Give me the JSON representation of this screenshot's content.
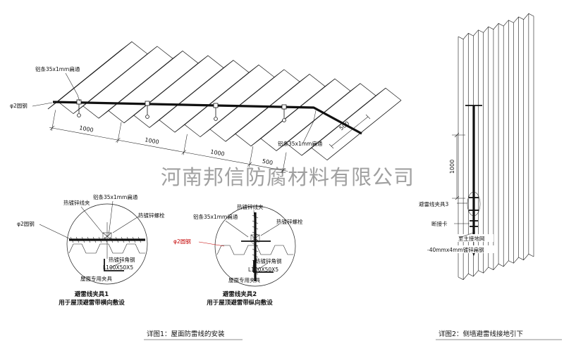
{
  "watermark": "河南邦信防腐材料有限公司",
  "roof": {
    "label_strip_left": "铝条35x1mm扁通",
    "label_rod": "φ2圆钢",
    "label_strip_right": "铝条35x1mm扁通",
    "dims": [
      "1000",
      "1000",
      "1000",
      "500"
    ],
    "dim_side": "500"
  },
  "detail1": {
    "label_clamp": "热镀锌线夹",
    "label_strip": "铝条35x1mm扁通",
    "label_bolt": "热镀锌螺栓",
    "label_rod": "φ2圆钢",
    "label_angle": "热镀锌角钢",
    "label_angle_size": "L100X50X5",
    "label_fixture": "屋面专用夹具",
    "title": "避雷线夹具1",
    "subtitle": "用于屋顶避雷带横向敷设"
  },
  "detail2": {
    "label_strip": "铝条35x1mm扁通",
    "label_clamp": "热镀锌线夹",
    "label_bolt": "热镀锌螺栓",
    "label_rod": "φ2圆钢",
    "label_angle": "热镀锌角钢",
    "label_angle_size": "L100X50X5",
    "label_fixture": "屋面专用夹具",
    "title": "避雷线夹具2",
    "subtitle": "用于屋顶避雷带纵向敷设"
  },
  "wall": {
    "dim": "1000",
    "label_clamp3": "避雷线夹具3",
    "label_disconnect": "断接卡",
    "label_to_ground": "至主接地网",
    "label_flat_steel": "-40mmx4mm镀锌扁钢"
  },
  "captions": {
    "left": "详图1：屋面防雷线的安装",
    "right": "详图2：侧墙避雷线接地引下"
  },
  "colors": {
    "line": "#1c1c1c",
    "accent_red": "#c40000",
    "watermark_gray": "#909090"
  }
}
